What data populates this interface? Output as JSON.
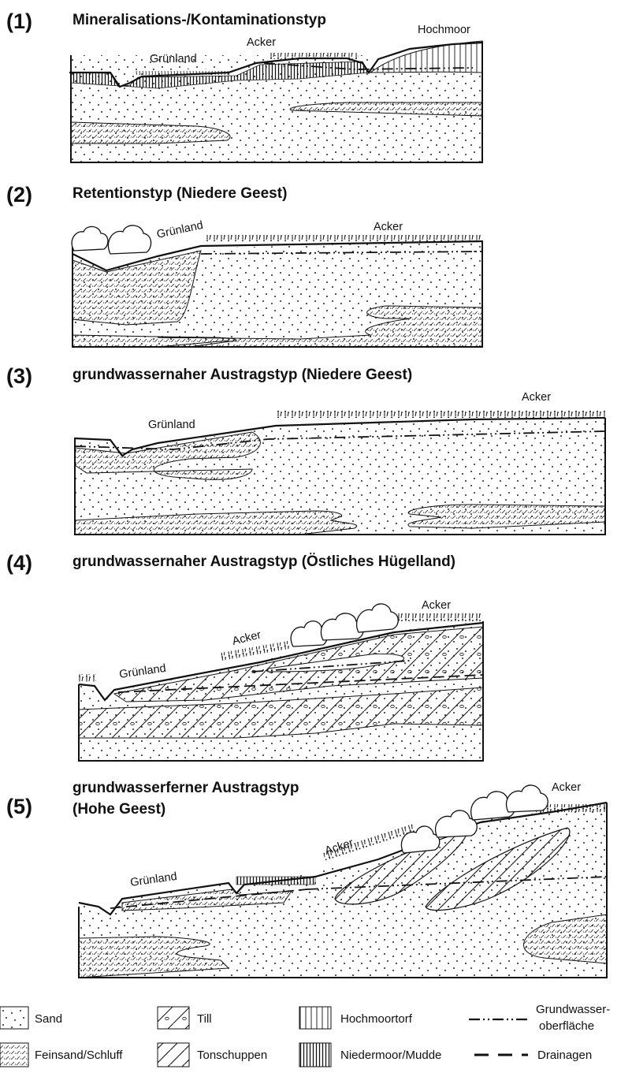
{
  "panels": [
    {
      "number": "(1)",
      "title": "Mineralisations-/Kontaminationstyp",
      "title2": "",
      "labels": [
        "Grünland",
        "Acker",
        "Hochmoor"
      ]
    },
    {
      "number": "(2)",
      "title": "Retentionstyp (Niedere Geest)",
      "title2": "",
      "labels": [
        "Grünland",
        "Acker"
      ]
    },
    {
      "number": "(3)",
      "title": "grundwassernaher Austragstyp (Niedere Geest)",
      "title2": "",
      "labels": [
        "Grünland",
        "Acker"
      ]
    },
    {
      "number": "(4)",
      "title": "grundwassernaher Austragstyp (Östliches Hügelland)",
      "title2": "",
      "labels": [
        "Grünland",
        "Acker",
        "Acker"
      ]
    },
    {
      "number": "(5)",
      "title": "grundwasserferner Austragstyp",
      "title2": "(Hohe Geest)",
      "labels": [
        "Grünland",
        "Acker",
        "Acker"
      ]
    }
  ],
  "legend": {
    "sand": "Sand",
    "till": "Till",
    "hochmoortorf": "Hochmoortorf",
    "grundwasser_1": "Grundwasser-",
    "grundwasser_2": "oberfläche",
    "feinsand": "Feinsand/Schluff",
    "tonschuppen": "Tonschuppen",
    "niedermoor": "Niedermoor/Mudde",
    "drainagen": "Drainagen"
  }
}
